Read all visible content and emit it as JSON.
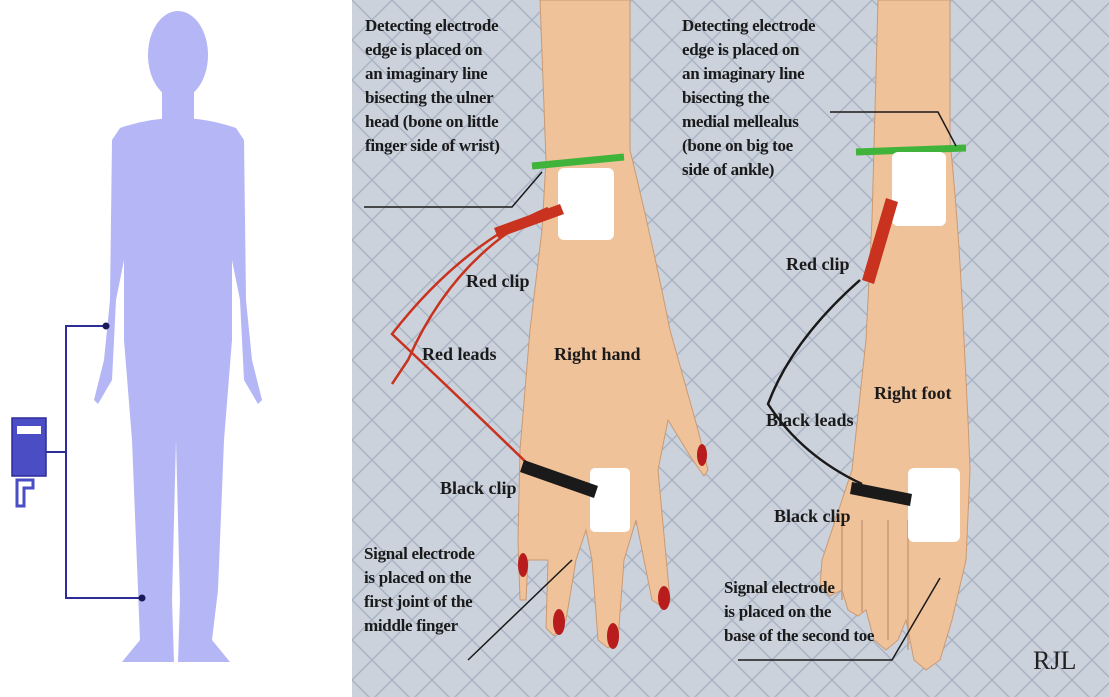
{
  "colors": {
    "figure": "#b4b6f6",
    "device": "#4a4dc4",
    "wire": "#2c2c9a",
    "pattern_bg": "#ccd2dc",
    "pattern_line": "#aab3c4",
    "skin": "#f0c29a",
    "electrode": "#ffffff",
    "red_lead": "#c8321e",
    "black_lead": "#1a1a1a",
    "green_line": "#3fb33a"
  },
  "labels": {
    "hand_detecting": "Detecting electrode\nedge is placed on\nan imaginary line\nbisecting the ulner\nhead (bone on little\nfinger side of wrist)",
    "foot_detecting": "Detecting electrode\nedge is placed on\nan imaginary line\nbisecting the\nmedial mellealus\n(bone on big toe\nside of ankle)",
    "red_clip_hand": "Red clip",
    "red_leads": "Red leads",
    "right_hand": "Right hand",
    "black_clip_hand": "Black clip",
    "hand_signal": "Signal electrode\nis placed on the\nfirst joint of the\nmiddle finger",
    "red_clip_foot": "Red clip",
    "right_foot": "Right foot",
    "black_leads": "Black leads",
    "black_clip_foot": "Black clip",
    "foot_signal": "Signal electrode\nis placed on the\nbase of the second toe",
    "signature": "RJL"
  }
}
